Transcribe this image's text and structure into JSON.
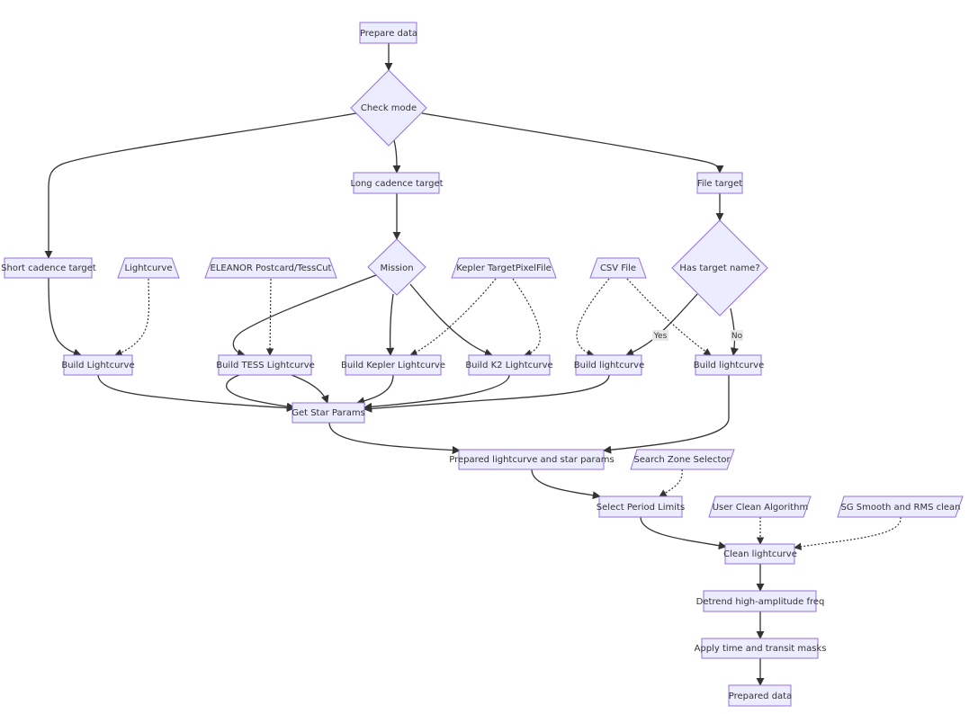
{
  "nodes": {
    "prepare_data": "Prepare data",
    "check_mode": "Check mode",
    "long_cadence_target": "Long cadence target",
    "file_target": "File target",
    "short_cadence_target": "Short cadence target",
    "lightcurve_input": "Lightcurve",
    "eleanor_input": "ELEANOR Postcard/TessCut",
    "mission": "Mission",
    "kepler_tpf_input": "Kepler TargetPixelFile",
    "csv_file_input": "CSV File",
    "has_target_name": "Has target name?",
    "build_lightcurve_short": "Build Lightcurve",
    "build_tess_lightcurve": "Build TESS Lightcurve",
    "build_kepler_lightcurve": "Build Kepler Lightcurve",
    "build_k2_lightcurve": "Build K2 Lightcurve",
    "build_lightcurve_yes": "Build lightcurve",
    "build_lightcurve_no": "Build lightcurve",
    "get_star_params": "Get Star Params",
    "prepared_lc_star_params": "Prepared lightcurve and star params",
    "search_zone_selector": "Search Zone Selector",
    "select_period_limits": "Select Period Limits",
    "user_clean_algorithm": "User Clean Algorithm",
    "sg_smooth_rms_clean": "SG Smooth and RMS clean",
    "clean_lightcurve": "Clean lightcurve",
    "detrend_high_amp": "Detrend high-amplitude freq",
    "apply_masks": "Apply time and transit masks",
    "prepared_data_end": "Prepared data"
  },
  "edge_labels": {
    "yes": "Yes",
    "no": "No"
  },
  "colors": {
    "node_fill": "#ECECFF",
    "node_stroke": "#9370DB",
    "edge": "#333333",
    "label_bg": "#e8e8e8"
  }
}
